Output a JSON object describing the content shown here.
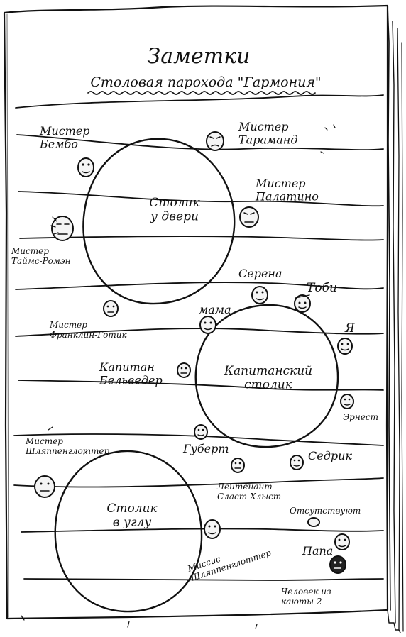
{
  "notebook": {
    "title": "Заметки",
    "subtitle": "Столовая парохода \"Гармония\""
  },
  "tables": {
    "door": "Столик у двери",
    "captain": "Капитанский столик",
    "corner": "Столик в углу"
  },
  "guests": {
    "bembo": "Мистер Бембо",
    "taramand": "Мистер Тараманд",
    "palatino": "Мистер Палатино",
    "times_roman": "Мистер Таймс-Ромэн",
    "serena": "Серена",
    "tobi": "Тоби",
    "mama": "мама",
    "franklin_gothic": "Мистер Франклин-Готик",
    "ya": "Я",
    "belveder": "Капитан Бельведер",
    "ernest": "Эрнест",
    "shlyappenglotter_m": "Мистер Шляппенглоттер",
    "gubert": "Губерт",
    "sedrik": "Седрик",
    "slast_khlyst": "Лейтенант Сласт-Хлыст",
    "otsutstvuyut": "Отсутствуют",
    "shlyappenglotter_f": "Миссис Шляппенглоттер",
    "papa": "Папа",
    "cabin2": "Человек из каюты 2"
  }
}
